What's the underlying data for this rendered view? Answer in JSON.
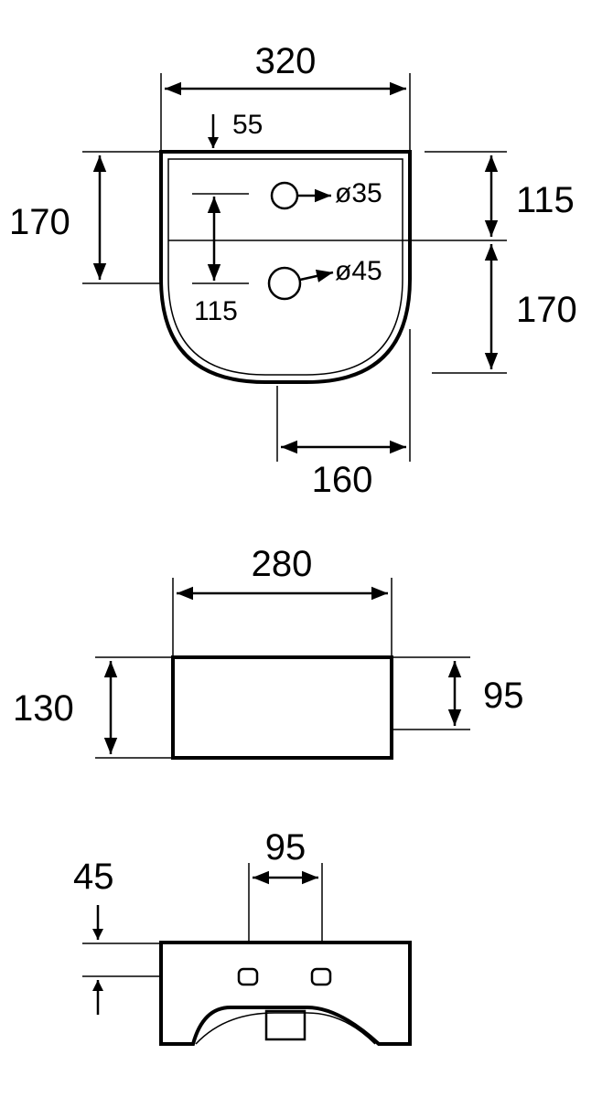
{
  "top_view": {
    "width": "320",
    "edge_offset": "55",
    "left_depth": "170",
    "hole_spacing": "115",
    "hole1_diameter": "35",
    "hole2_diameter": "45",
    "right_upper": "115",
    "right_lower": "170",
    "half_width": "160"
  },
  "front_view": {
    "width": "280",
    "height": "130",
    "inner_height": "95"
  },
  "back_view": {
    "hole_spacing": "95",
    "hole_height": "45"
  },
  "diameter_symbol": "ø"
}
